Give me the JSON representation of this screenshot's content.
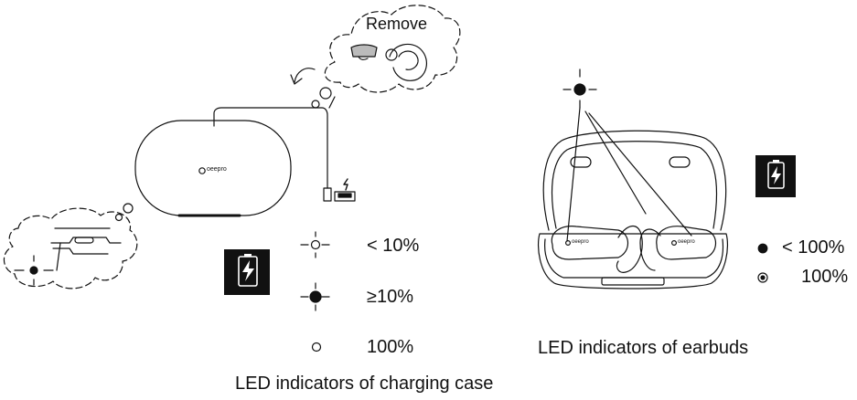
{
  "bubble": {
    "remove_label": "Remove"
  },
  "brand": {
    "case_logo": "oeepro",
    "earbud_logo": "oeepro"
  },
  "case_legend": {
    "low": "< 10%",
    "mid": "≥10%",
    "full": "100%",
    "caption": "LED indicators of charging case"
  },
  "earbud_legend": {
    "charging": "< 100%",
    "full": "100%",
    "caption": "LED indicators of earbuds"
  },
  "icons": [
    "battery-charging-icon",
    "led-blinking-icon",
    "led-solid-icon",
    "led-off-icon",
    "usb-port-icon",
    "lightning-icon",
    "rotate-arrow-icon"
  ]
}
